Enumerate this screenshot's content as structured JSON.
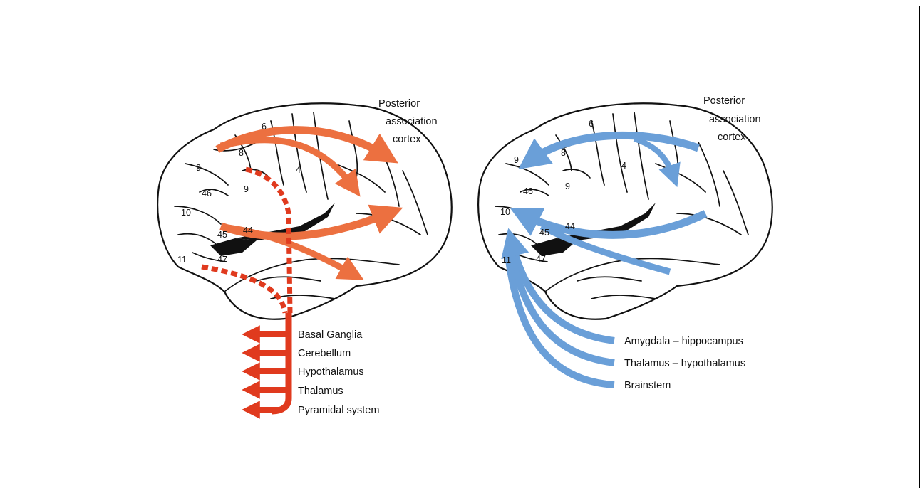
{
  "left_panel": {
    "corner_label": [
      "Posterior",
      "association",
      "cortex"
    ],
    "areas": [
      "6",
      "8",
      "4",
      "9",
      "9",
      "46",
      "10",
      "45",
      "44",
      "11",
      "47"
    ],
    "outputs": [
      "Basal Ganglia",
      "Cerebellum",
      "Hypothalamus",
      "Thalamus",
      "Pyramidal system"
    ]
  },
  "right_panel": {
    "corner_label": [
      "Posterior",
      "association",
      "cortex"
    ],
    "areas": [
      "6",
      "8",
      "9",
      "4",
      "46",
      "9",
      "10",
      "45",
      "44",
      "11",
      "47"
    ],
    "inputs": [
      "Amygdala – hippocampus",
      "Thalamus – hypothalamus",
      "Brainstem"
    ]
  },
  "colors": {
    "efferent": "#e03a1e",
    "cortical_arrow": "#ec7040",
    "afferent": "#6a9fd8",
    "outline": "#111111"
  }
}
